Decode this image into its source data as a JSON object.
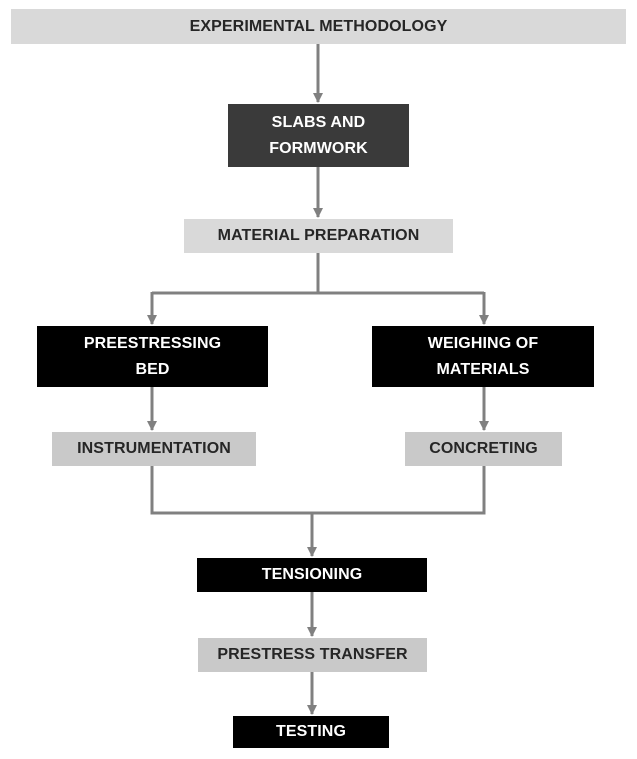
{
  "nodes": {
    "experimental_methodology": "EXPERIMENTAL METHODOLOGY",
    "slabs_and_formwork": "SLABS AND\nFORMWORK",
    "material_preparation": "MATERIAL PREPARATION",
    "preestressing_bed": "PREESTRESSING\nBED",
    "weighing_of_materials": "WEIGHING OF\nMATERIALS",
    "instrumentation": "INSTRUMENTATION",
    "concreting": "CONCRETING",
    "tensioning": "TENSIONING",
    "prestress_transfer": "PRESTRESS TRANSFER",
    "testing": "TESTING"
  },
  "colors": {
    "connector": "#808080",
    "light_box": "#d9d9d9",
    "mid_box": "#c9c9c9",
    "dark_box": "#3a3a3a",
    "black_box": "#000000"
  }
}
